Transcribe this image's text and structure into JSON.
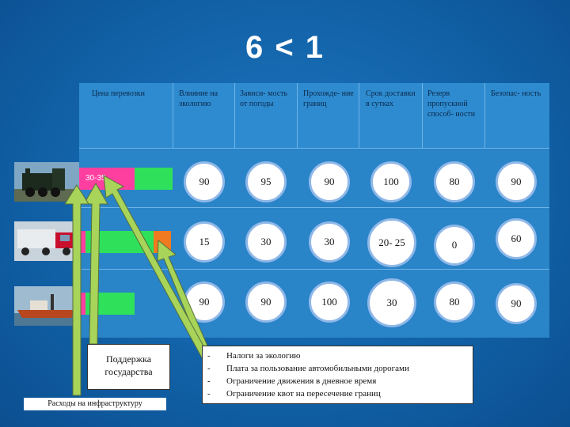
{
  "title": "6 < 1",
  "columns": [
    "Цена перевозки",
    "Влияние на экологию",
    "Зависи- мость от погоды",
    "Прохожде- ние границ",
    "Срок доставки в сутках",
    "Резерв пропускной способ- ности",
    "Безопас- ность"
  ],
  "rows": [
    {
      "vehicle": "train",
      "price_label": "30-35",
      "values": [
        "90",
        "95",
        "90",
        "100",
        "80",
        "90"
      ]
    },
    {
      "vehicle": "truck",
      "price_label": "",
      "values": [
        "15",
        "30",
        "30",
        "20- 25",
        "0",
        "60"
      ]
    },
    {
      "vehicle": "ship",
      "price_label": "",
      "values": [
        "90",
        "90",
        "100",
        "30",
        "80",
        "90"
      ]
    }
  ],
  "support_box": "Поддержка государства",
  "infrastructure_caption": "Расходы на инфраструктуру",
  "factors": [
    "Налоги за экологию",
    "Плата за пользование автомобильными дорогами",
    "Ограничение движения в дневное время",
    "Ограничение квот на пересечение границ"
  ],
  "colors": {
    "price_bar_pink": "#ff3fa0",
    "price_bar_green": "#2ee05a",
    "price_bar_orange": "#f07a20",
    "arrow_fill": "#a8d45a"
  }
}
